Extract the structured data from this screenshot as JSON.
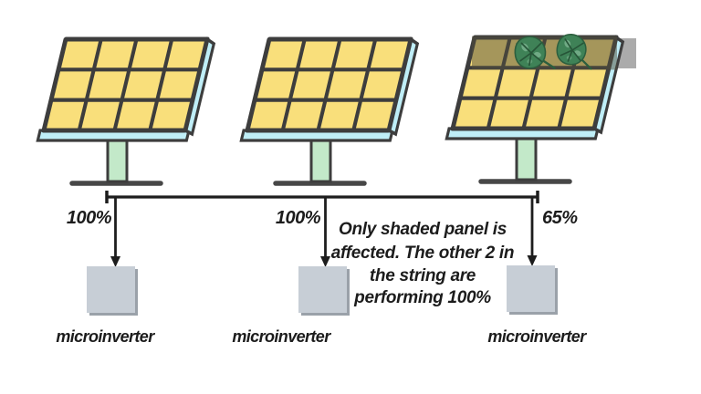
{
  "diagram": {
    "panels": [
      {
        "id": "panel-1",
        "output": "100%",
        "shaded": false
      },
      {
        "id": "panel-2",
        "output": "100%",
        "shaded": false
      },
      {
        "id": "panel-3",
        "output": "65%",
        "shaded": true
      }
    ],
    "microinverter_label": "microinverter",
    "note_lines": [
      "Only shaded panel is",
      "affected. The other 2 in",
      "the string are",
      "performing 100%"
    ],
    "colors": {
      "panel_cell": "#f9df7b",
      "panel_frame": "#3d3d3d",
      "panel_side": "#bfeef7",
      "stand": "#c3e9c9",
      "wire": "#1d1d1d",
      "inverter_box": "#c7ced6",
      "inverter_shadow": "#9aa1a9",
      "leaf": "#3f8257",
      "shade_overlay": "rgba(82,78,60,0.5)",
      "shade_overhang": "#ababab"
    }
  }
}
